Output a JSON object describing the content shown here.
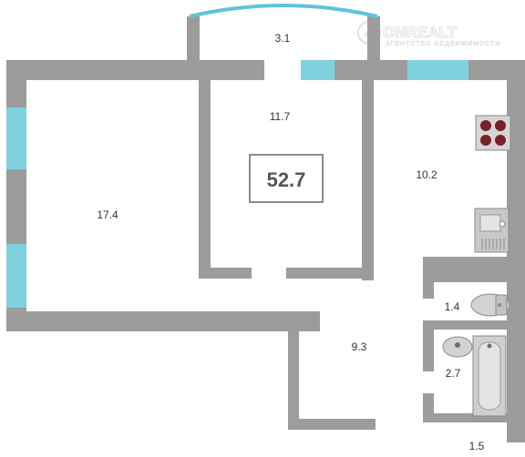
{
  "plan": {
    "total_area": "52.7",
    "rooms": {
      "living_room": "17.4",
      "bedroom": "11.7",
      "kitchen": "10.2",
      "hallway": "9.3",
      "balcony": "3.1",
      "toilet": "1.4",
      "bathroom": "2.7",
      "storage": "1.5"
    },
    "watermark": {
      "brand": "ONREALT",
      "tagline": "АГЕНТСТВО НЕДВИЖИМОСТИ"
    }
  },
  "colors": {
    "wall": "#9c9c9c",
    "window": "#7fd1de",
    "balcony_rail": "#5fc3d8",
    "stove_burner": "#7b1f2a",
    "fixture": "#c8c8c8"
  }
}
